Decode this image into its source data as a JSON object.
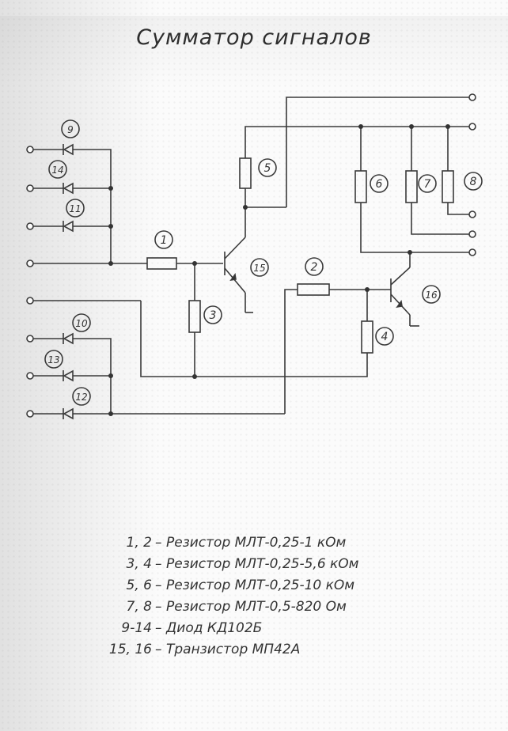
{
  "title": "Сумматор сигналов",
  "components": {
    "r1": "1",
    "r2": "2",
    "r3": "3",
    "r4": "4",
    "r5": "5",
    "r6": "6",
    "r7": "7",
    "r8": "8",
    "d9": "9",
    "d10": "10",
    "d11": "11",
    "d12": "12",
    "d13": "13",
    "d14": "14",
    "t15": "15",
    "t16": "16"
  },
  "legend": [
    {
      "ids": "1, 2",
      "dash": "–",
      "desc": "Резистор МЛТ-0,25-1 кОм"
    },
    {
      "ids": "3, 4",
      "dash": "–",
      "desc": "Резистор МЛТ-0,25-5,6 кОм"
    },
    {
      "ids": "5, 6",
      "dash": "–",
      "desc": "Резистор МЛТ-0,25-10 кОм"
    },
    {
      "ids": "7, 8",
      "dash": "–",
      "desc": "Резистор МЛТ-0,5-820 Ом"
    },
    {
      "ids": "9-14",
      "dash": "–",
      "desc": "Диод КД102Б"
    },
    {
      "ids": "15, 16",
      "dash": "–",
      "desc": "Транзистор МП42А"
    }
  ]
}
